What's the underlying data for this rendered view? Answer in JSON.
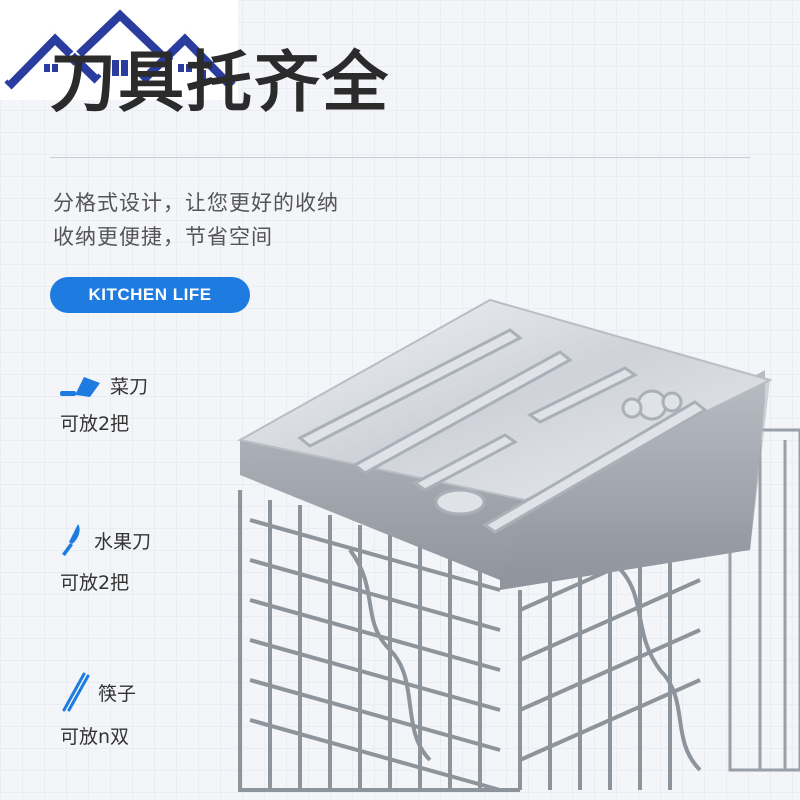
{
  "title": "刀具托齐全",
  "description_lines": [
    "分格式设计，让您更好的收纳",
    "收纳更便捷，节省空间"
  ],
  "badge": "KITCHEN LIFE",
  "features": [
    {
      "icon": "cleaver-knife-icon",
      "name": "菜刀",
      "detail": "可放2把"
    },
    {
      "icon": "fruit-knife-icon",
      "name": "水果刀",
      "detail": "可放2把"
    },
    {
      "icon": "chopsticks-icon",
      "name": "筷子",
      "detail": "可放n双"
    }
  ],
  "colors": {
    "accent": "#1e7be0",
    "logo_blue": "#2a3c9e"
  }
}
